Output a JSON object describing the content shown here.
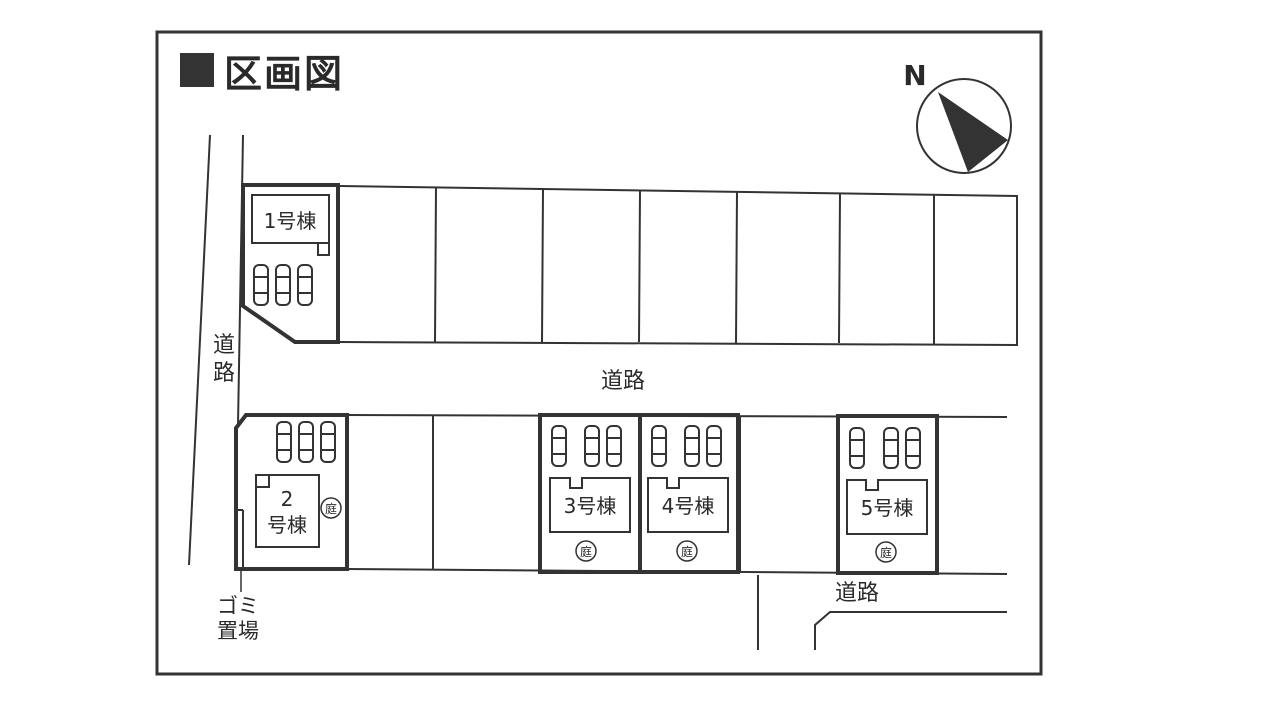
{
  "title": "区画図",
  "compass": {
    "label": "N"
  },
  "roads": {
    "main": "道路",
    "left": "道路",
    "bottom": "道路"
  },
  "garbage": {
    "line1": "ゴミ",
    "line2": "置場"
  },
  "garden_label": "庭",
  "buildings": [
    {
      "id": "b1",
      "label": "1号棟"
    },
    {
      "id": "b2",
      "line1": "2",
      "line2": "号棟"
    },
    {
      "id": "b3",
      "label": "3号棟"
    },
    {
      "id": "b4",
      "label": "4号棟"
    },
    {
      "id": "b5",
      "label": "5号棟"
    }
  ]
}
